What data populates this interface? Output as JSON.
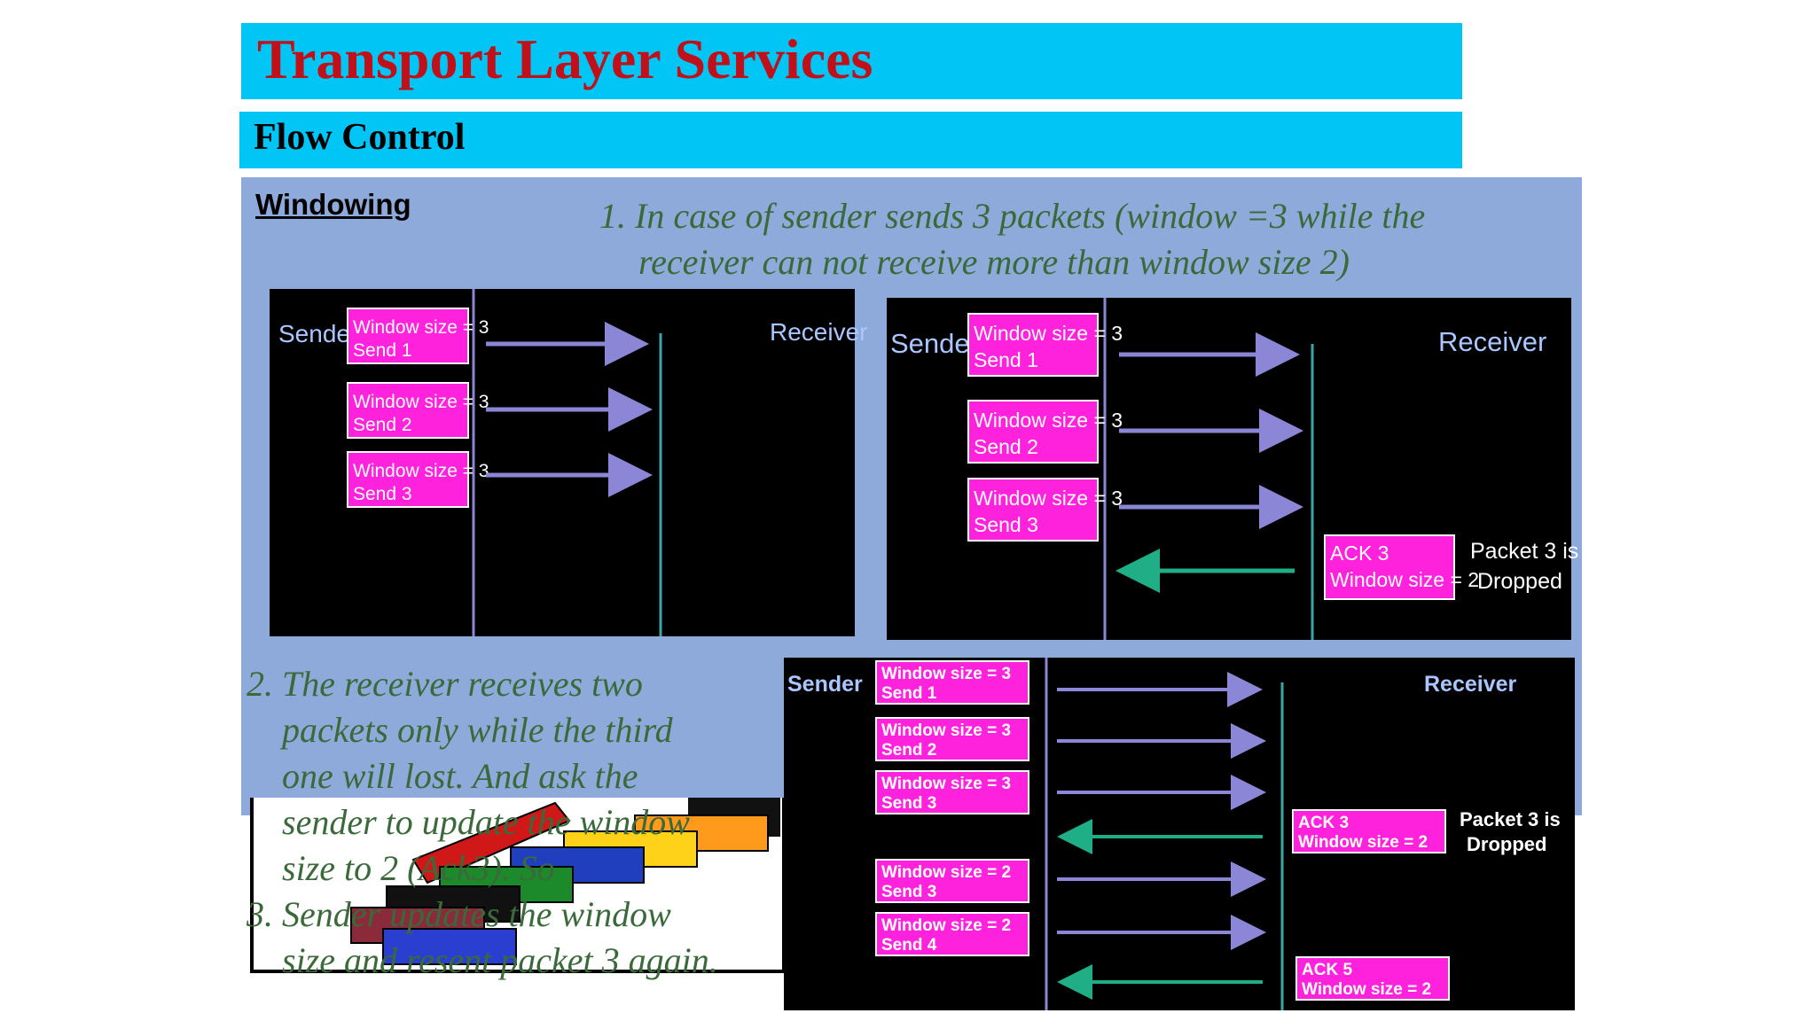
{
  "slide": {
    "title": "Transport Layer Services",
    "subtitle": "Flow Control",
    "section_heading": "Windowing",
    "point1": {
      "line1": "1. In case of sender sends 3 packets (window =3 while the",
      "line2": "receiver can not receive more than window size 2)"
    },
    "point2": {
      "lines": [
        "2.  The  receiver  receives  two",
        "packets  only  while  the  third",
        "one  will  lost.  And  ask  the",
        "sender  to  update  the  window",
        "size to 2 (Ack3). So",
        "3.  Sender  updates  the  window",
        "size and resent packet 3 again."
      ]
    }
  },
  "diagram1": {
    "sender_label": "Sender",
    "receiver_label": "Receiver",
    "packets": [
      {
        "line1": "Window size = 3",
        "line2": "Send 1"
      },
      {
        "line1": "Window size = 3",
        "line2": "Send 2"
      },
      {
        "line1": "Window size = 3",
        "line2": "Send 3"
      }
    ]
  },
  "diagram2": {
    "sender_label": "Sender",
    "receiver_label": "Receiver",
    "packets": [
      {
        "line1": "Window size = 3",
        "line2": "Send 1"
      },
      {
        "line1": "Window size = 3",
        "line2": "Send 2"
      },
      {
        "line1": "Window size = 3",
        "line2": "Send 3"
      }
    ],
    "ack": {
      "line1": "ACK 3",
      "line2": "Window size = 2"
    },
    "note": {
      "line1": "Packet 3 is",
      "line2": "Dropped"
    }
  },
  "diagram3": {
    "sender_label": "Sender",
    "receiver_label": "Receiver",
    "packets": [
      {
        "line1": "Window size = 3",
        "line2": "Send 1"
      },
      {
        "line1": "Window size = 3",
        "line2": "Send 2"
      },
      {
        "line1": "Window size = 3",
        "line2": "Send 3"
      },
      {
        "line1": "Window size = 2",
        "line2": "Send 3"
      },
      {
        "line1": "Window size = 2",
        "line2": "Send 4"
      }
    ],
    "acks": [
      {
        "line1": "ACK 3",
        "line2": "Window size = 2"
      },
      {
        "line1": "ACK 5",
        "line2": "Window size = 2"
      }
    ],
    "note": {
      "line1": "Packet 3 is",
      "line2": "Dropped"
    }
  },
  "colors": {
    "title_bar": "#00c5f5",
    "title_text": "#c0101a",
    "content_panel": "#8eaadb",
    "body_text": "#3a6a3a",
    "packet_box": "#ff22dd",
    "forward_arrow": "#8c86d6",
    "ack_arrow": "#1fae86",
    "timeline": "#3aa6a6"
  }
}
